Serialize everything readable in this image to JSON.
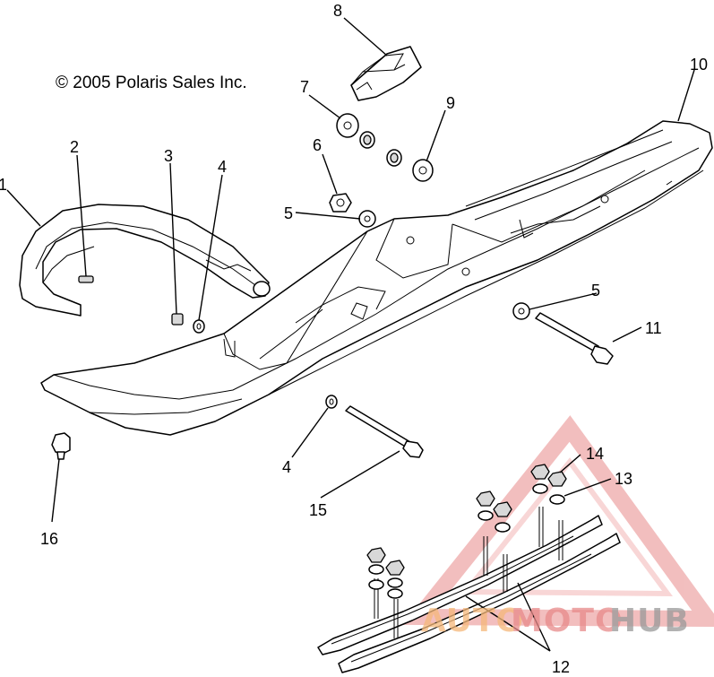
{
  "copyright": "© 2005 Polaris Sales Inc.",
  "callouts": {
    "c1": "1",
    "c2": "2",
    "c3": "3",
    "c4a": "4",
    "c4b": "4",
    "c5a": "5",
    "c5b": "5",
    "c6": "6",
    "c7": "7",
    "c8": "8",
    "c9": "9",
    "c10": "10",
    "c11": "11",
    "c12": "12",
    "c13": "13",
    "c14": "14",
    "c15": "15",
    "c16": "16"
  },
  "watermark": {
    "text_a": "AUTO",
    "text_b": "MOTO",
    "text_c": "HUB",
    "color_orange": "#f5b87a",
    "color_red": "#e88a8a",
    "color_dark": "#999999"
  }
}
